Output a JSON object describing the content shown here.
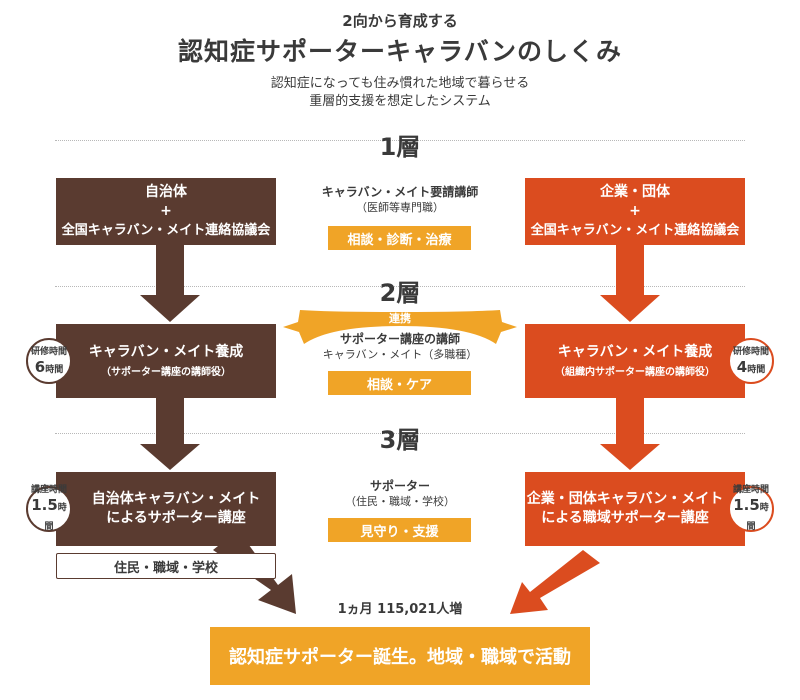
{
  "header": {
    "small_title": "2向から育成する",
    "main_title": "認知症サポーターキャラバンのしくみ",
    "subtitle_line1": "認知症になっても住み慣れた地域で暮らせる",
    "subtitle_line2": "重層的支援を想定したシステム"
  },
  "layers": {
    "layer1": "1層",
    "layer2": "2層",
    "layer3": "3層"
  },
  "left": {
    "top_box": {
      "line1": "自治体",
      "line2": "+",
      "line3": "全国キャラバン・メイト連絡協議会"
    },
    "mid_box": {
      "title": "キャラバン・メイト養成",
      "sub": "（サポーター講座の講師役）"
    },
    "mid_badge": {
      "label": "研修時間",
      "number": "6",
      "unit": "時間"
    },
    "bottom_box": {
      "line1": "自治体キャラバン・メイト",
      "line2": "によるサポーター講座"
    },
    "bottom_badge": {
      "label": "講座時間",
      "number": "1.5",
      "unit": "時間"
    },
    "audience": "住民・職域・学校"
  },
  "right": {
    "top_box": {
      "line1": "企業・団体",
      "line2": "+",
      "line3": "全国キャラバン・メイト連絡協議会"
    },
    "mid_box": {
      "title": "キャラバン・メイト養成",
      "sub": "（組織内サポーター講座の講師役）"
    },
    "mid_badge": {
      "label": "研修時間",
      "number": "4",
      "unit": "時間"
    },
    "bottom_box": {
      "line1": "企業・団体キャラバン・メイト",
      "line2": "による職域サポーター講座"
    },
    "bottom_badge": {
      "label": "講座時間",
      "number": "1.5",
      "unit": "時間"
    }
  },
  "center": {
    "layer1": {
      "line1": "キャラバン・メイト要請講師",
      "line2": "（医師等専門職）",
      "pill": "相談・診断・治療"
    },
    "link_label": "連携",
    "layer2": {
      "line1": "サポーター講座の講師",
      "line2": "キャラバン・メイト（多職種）",
      "pill": "相談・ケア"
    },
    "layer3": {
      "line1": "サポーター",
      "line2": "（住民・職域・学校）",
      "pill": "見守り・支援"
    }
  },
  "footer": {
    "increase": "1ヵ月 115,021人増",
    "final": "認知症サポーター誕生。地域・職域で活動"
  },
  "colors": {
    "brown": "#5a3b30",
    "orange_red": "#db4c1f",
    "amber": "#f0a427"
  }
}
